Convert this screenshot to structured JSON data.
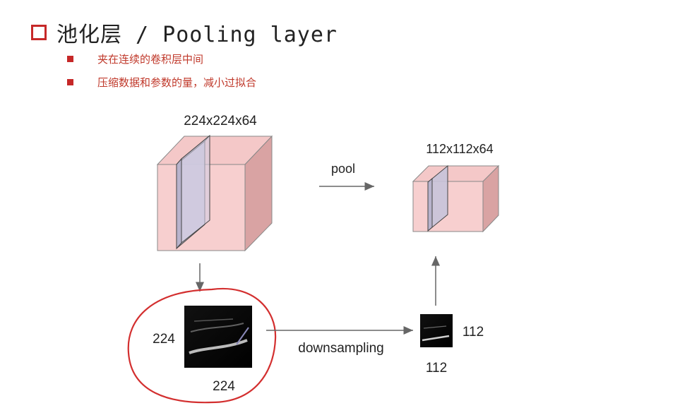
{
  "slide": {
    "title": "池化层 / Pooling layer",
    "bullets": [
      "夹在连续的卷积层中间",
      "压缩数据和参数的量，减小过拟合"
    ]
  },
  "diagram": {
    "input_volume_label": "224x224x64",
    "output_volume_label": "112x112x64",
    "pool_label": "pool",
    "downsampling_label": "downsampling",
    "input_map_height_label": "224",
    "input_map_width_label": "224",
    "output_map_height_label": "112",
    "output_map_width_label": "112"
  }
}
